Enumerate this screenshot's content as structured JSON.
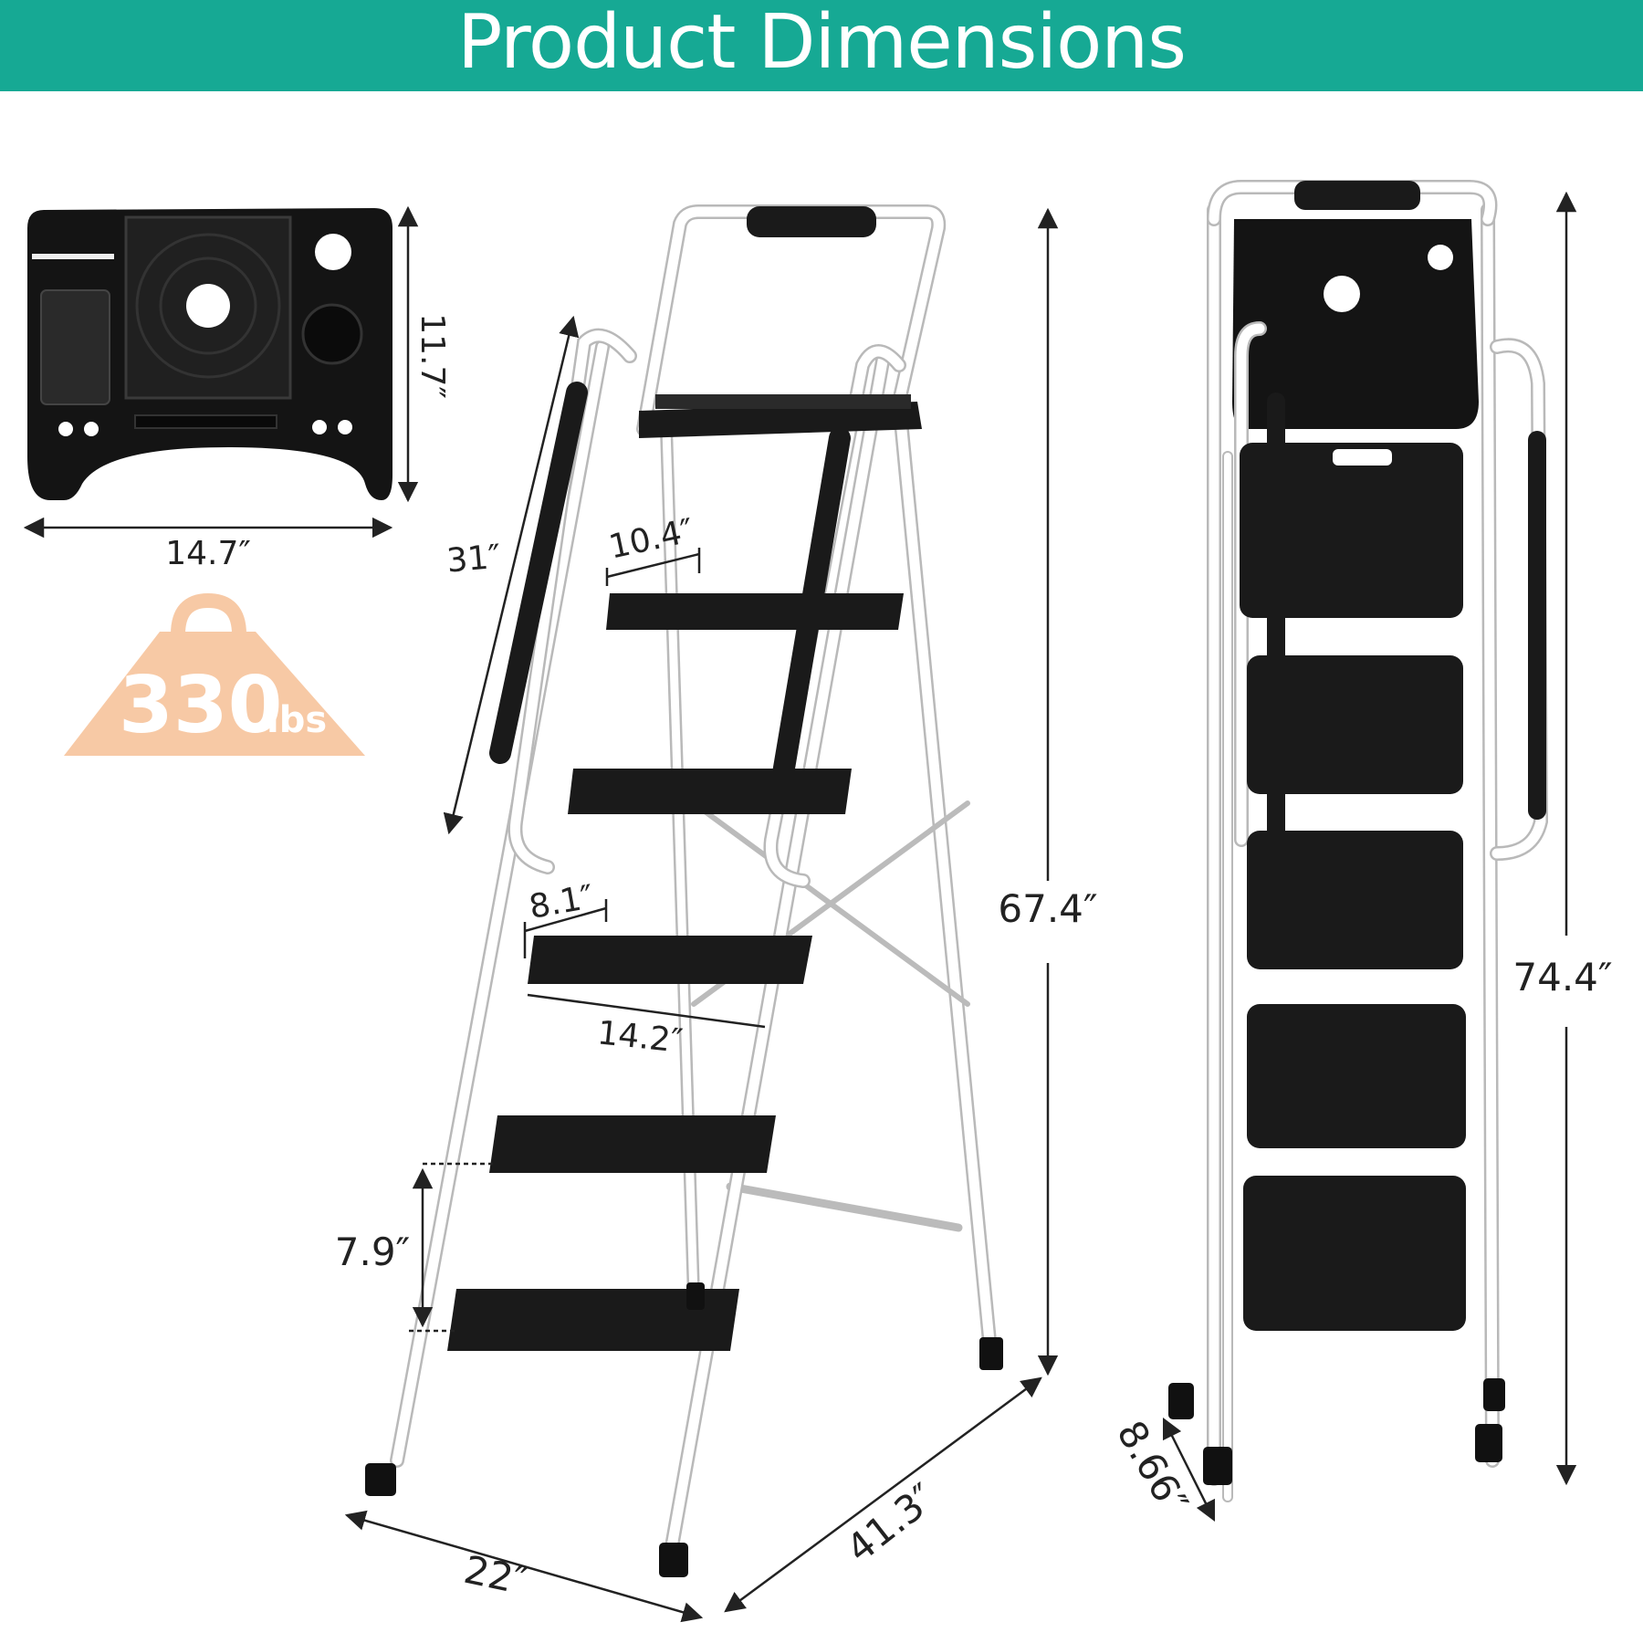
{
  "banner": {
    "title": "Product Dimensions",
    "color": "#16a994"
  },
  "tray": {
    "width_label": "14.7″",
    "height_label": "11.7″"
  },
  "weight_badge": {
    "value": "330",
    "unit": "lbs",
    "color": "#f7c9a5"
  },
  "ladder_open": {
    "handrail_length": "31″",
    "top_step_width": "10.4″",
    "step_depth": "8.1″",
    "step_width": "14.2″",
    "step_spacing": "7.9″",
    "height": "67.4″",
    "base_width": "22″",
    "base_depth": "41.3″"
  },
  "ladder_folded": {
    "height": "74.4″",
    "depth": "8.66″"
  },
  "colors": {
    "step": "#1a1a1a",
    "frame": "#ffffff",
    "frame_outline": "#b9b9b9",
    "dimension_line": "#222222"
  }
}
